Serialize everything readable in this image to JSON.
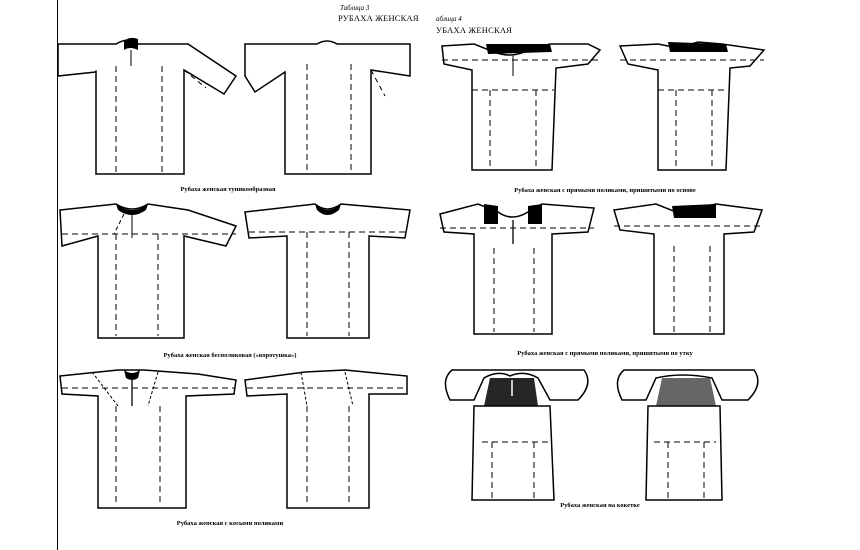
{
  "left_page": {
    "table_number": "Таблица 3",
    "table_title": "РУБАХА ЖЕНСКАЯ",
    "captions": [
      "Рубаха женская туникообразная",
      "Рубаха женская бесполиковая («воротушка»)",
      "Рубаха женская с косыми поликами"
    ]
  },
  "right_page": {
    "table_number": "аблица 4",
    "table_title": "УБАХА ЖЕНСКАЯ",
    "captions": [
      "Рубаха женская с прямыми поликами, пришитыми по основе",
      "Рубаха женская с прямыми поликами, пришитыми по утку",
      "Рубаха женская на кокетке"
    ]
  }
}
